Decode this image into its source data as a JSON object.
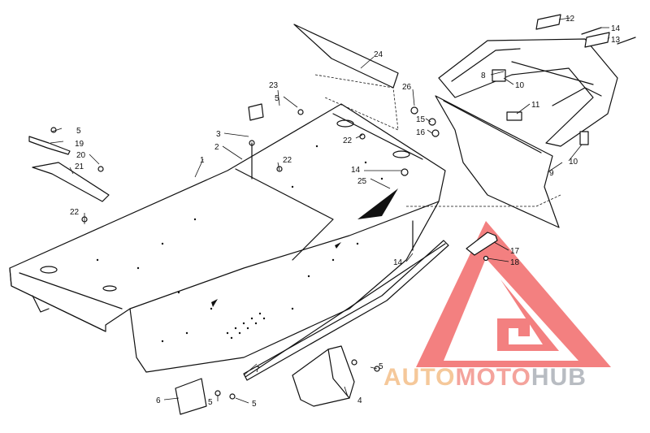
{
  "diagram": {
    "callouts": [
      "1",
      "2",
      "3",
      "4",
      "5",
      "6",
      "7",
      "8",
      "9",
      "10",
      "11",
      "12",
      "13",
      "14",
      "15",
      "16",
      "17",
      "18",
      "19",
      "20",
      "21",
      "22",
      "23",
      "24",
      "25",
      "26"
    ],
    "labels": {
      "c1": "1",
      "c2": "2",
      "c3": "3",
      "c4": "4",
      "c5a": "5",
      "c5b": "5",
      "c5c": "5",
      "c5d": "5",
      "c5e": "5",
      "c6": "6",
      "c7": "7",
      "c8": "8",
      "c9": "9",
      "c10a": "10",
      "c10b": "10",
      "c11": "11",
      "c12": "12",
      "c13": "13",
      "c14a": "14",
      "c14b": "14",
      "c14c": "14",
      "c15": "15",
      "c16": "16",
      "c17": "17",
      "c18": "18",
      "c19": "19",
      "c20": "20",
      "c21": "21",
      "c22a": "22",
      "c22b": "22",
      "c22c": "22",
      "c23": "23",
      "c24": "24",
      "c25": "25",
      "c26": "26"
    }
  },
  "watermark": {
    "part1": "AUTO",
    "part2": "MOTO",
    "part3": "HUB",
    "colors": {
      "auto": "#f5c89a",
      "moto": "#f4a39c",
      "hub": "#b8bcc2",
      "triangle": "#f26b6b"
    }
  }
}
